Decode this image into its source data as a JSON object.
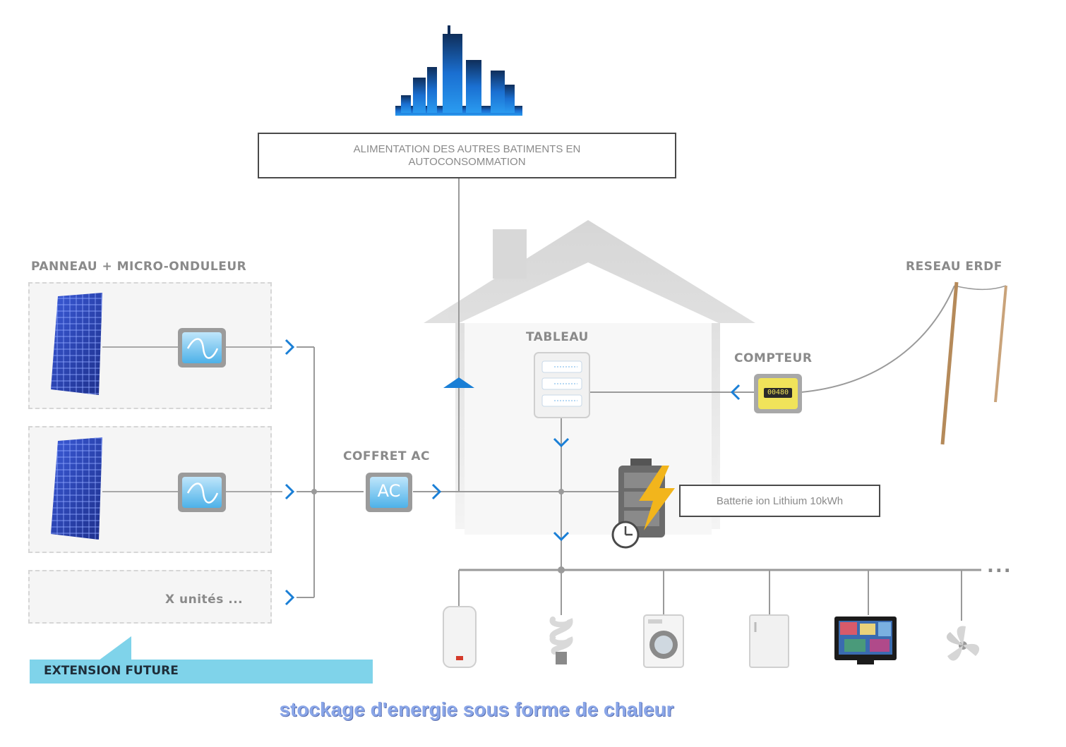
{
  "labels": {
    "autres_batiments": "ALIMENTATION DES AUTRES BATIMENTS EN AUTOCONSOMMATION",
    "panneau": "PANNEAU + MICRO-ONDULEUR",
    "reseau": "RESEAU ERDF",
    "tableau": "TABLEAU",
    "compteur": "COMPTEUR",
    "coffret": "COFFRET AC",
    "ac_symbol": "AC",
    "batterie": "Batterie ion Lithium 10kWh",
    "x_unites": "X unités ...",
    "extension": "EXTENSION FUTURE",
    "compteur_display": "00480",
    "ellipsis": "...",
    "caption": "stockage d'energie sous forme de chaleur"
  },
  "appliances": [
    "water-heater",
    "bulb",
    "washing-machine",
    "fridge",
    "tv",
    "fan"
  ],
  "colors": {
    "accent_blue": "#1a7fd6",
    "line_gray": "#9a9a9a",
    "house_gray": "#d9d9d9",
    "extension_bar": "#7fd3ea",
    "battery_bolt": "#f2b51c"
  }
}
